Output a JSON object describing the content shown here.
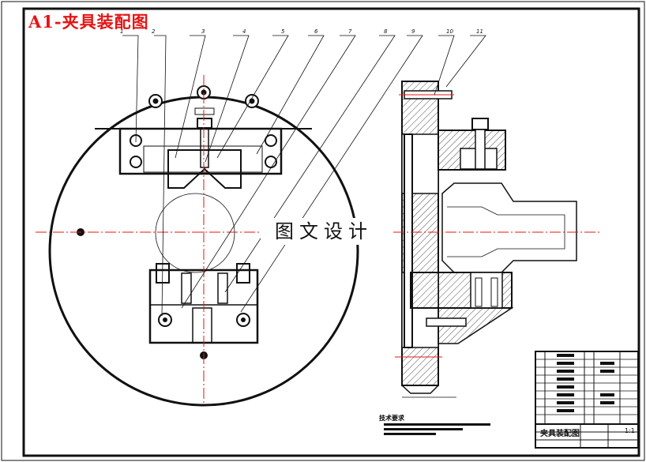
{
  "drawing": {
    "title_tag": "A1-夹具装配图",
    "watermark": "图文设计",
    "tech_requirements_label": "技术要求",
    "title_block": {
      "drawing_name": "夹具装配图",
      "scale": "1:1"
    },
    "callouts": [
      "1",
      "2",
      "3",
      "4",
      "5",
      "6",
      "7",
      "8",
      "9",
      "10",
      "11"
    ],
    "colors": {
      "line": "#111111",
      "centerline": "#e41616",
      "title": "#e41616",
      "hatch": "#222222"
    }
  }
}
